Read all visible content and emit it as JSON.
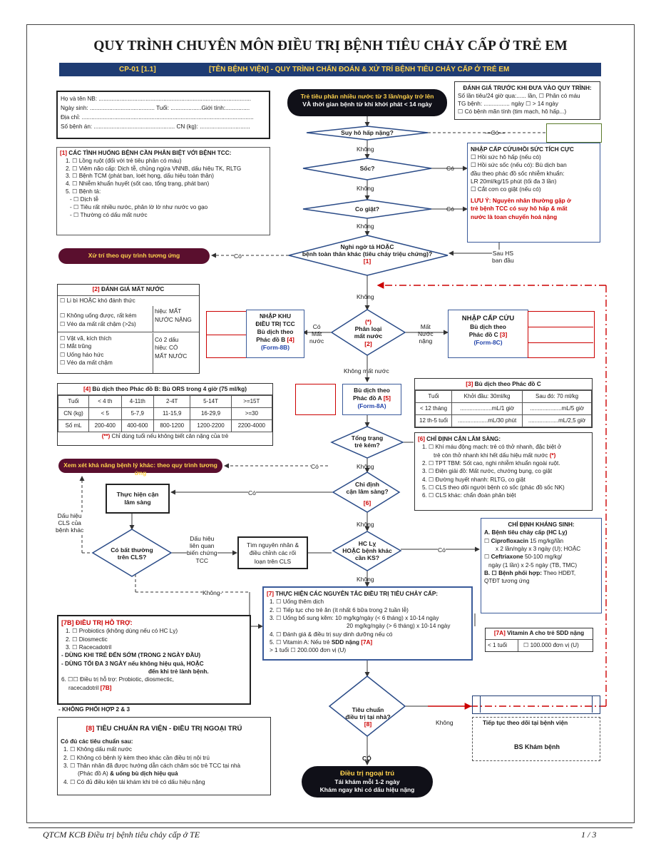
{
  "title": "QUY TRÌNH CHUYÊN MÔN ĐIỀU TRỊ BỆNH TIÊU CHẢY CẤP Ở TRẺ EM",
  "banner": {
    "code": "CP-01 [1.1]",
    "text": "[TÊN BỆNH VIỆN] - QUY TRÌNH CHẨN ĐOÁN & XỬ TRÍ BỆNH TIÊU CHẢY CẤP Ở TRẺ EM"
  },
  "patient": {
    "l1": "Họ và tên NB: ..............................................................................................",
    "l2": "Ngày sinh: ........................................ Tuổi: ...................Giới tính:...............",
    "l3": "Địa chỉ: ..........................................................................................................",
    "l4": "Số bệnh án: .................................................. CN (kg): ..............................."
  },
  "start": {
    "l1": "Trẻ tiêu phân nhiều nước từ 3 lần/ngày trở lên",
    "l2": "VÀ thời gian bệnh từ khi khởi phát < 14 ngày"
  },
  "pre": {
    "title": "ĐÁNH GIÁ TRƯỚC KHI ĐƯA VÀO QUY TRÌNH:",
    "l1": "Số lần tiêu/24 giờ qua:...... lần, ☐ Phân có máu",
    "l2": "TG bệnh: ................ ngày        ☐ > 14 ngày",
    "l3": "☐ Có bệnh mãn tính (tim mạch, hô hấp...)"
  },
  "diff": {
    "title_num": "[1]",
    "title": " CÁC TÌNH HUỐNG BỆNH CẦN PHÂN BIỆT VỚI BỆNH TCC:",
    "i1": "1. ☐ Lồng ruột (đối với trẻ tiêu phân có máu)",
    "i2": "2. ☐ Viêm não cấp: Dịch tễ, chủng ngừa VNNB, dấu hiệu TK, RLTG",
    "i3": "3. ☐ Bệnh TCM (phát ban, loét họng, dấu hiệu toàn thân)",
    "i4": "4. ☐ Nhiễm khuẩn huyết (sốt cao, tổng trạng, phát ban)",
    "i5": "5. ☐ Bệnh tả:",
    "i6": "- ☐ Dịch tễ",
    "i7": "- ☐ Tiêu rất nhiều nước, phân lờ lờ như nước vo gạo",
    "i8": "- ☐ Thường có dấu mất nước"
  },
  "d1": "Suy hô hấp nặng?",
  "d2": "Sốc?",
  "d3": "Co giật?",
  "d4": {
    "l1": "Nghi ngờ tả HOẶC",
    "l2": "bệnh toàn thân khác (tiêu chảy triệu chứng)?",
    "num": "[1]"
  },
  "emer": {
    "title": "NHẬP CẤP CỨU/HỒI SỨC TÍCH CỰC",
    "i1": "☐ Hồi sức hô hấp (nếu có)",
    "i2": "☐ Hồi sức sốc (nếu có): Bù dịch ban",
    "i3": "đầu theo phác đồ sốc nhiễm khuẩn:",
    "i4": "LR 20ml/kg/15 phút (tối đa 3 lần)",
    "i5": "☐ Cắt cơn co giật (nếu có)",
    "n1": "LƯU Ý: Nguyên nhân thường gặp ở",
    "n2": "trẻ bệnh TCC có suy hô hấp & mất",
    "n3": "nước là toan chuyển hoá nặng"
  },
  "pill_other": "Xử trí theo quy trình tương ứng",
  "pill_other2": "Xem xét khả năng bệnh lý khác: theo quy trình tương ứng",
  "dehyd": {
    "title_num": "[2]",
    "title": " ĐÁNH GIÁ MẤT NƯỚC",
    "a1": "☐ Li bì HOẶC khó đánh thức",
    "a2": "☐ Không uống được, rất kém",
    "a3": "☐ Véo da mất rất chậm (>2s)",
    "ar1": "hiệu: MẤT",
    "ar2": "NƯỚC NẶNG",
    "b1": "☐ Vật vã, kích thích",
    "b2": "☐ Mắt trũng",
    "b3": "☐ Uống háo hức",
    "b4": "☐ Véo da mất chậm",
    "br1": "Có 2 dấu",
    "br2": "hiệu: CÓ",
    "br3": "MẤT NƯỚC"
  },
  "wardB": {
    "l1": "NHẬP KHU",
    "l2": "ĐIỀU TRỊ TCC",
    "l3": "Bù dịch theo",
    "l4": "Phác đồ B ",
    "num": "[4]",
    "form": "(Form-8B)"
  },
  "wardC": {
    "l1": "NHẬP CẤP CỨU",
    "l2": "Bù dịch theo",
    "l3": "Phác đồ C ",
    "num": "[3]",
    "form": "(Form-8C)"
  },
  "classify": {
    "star": "(*)",
    "l1": "Phân loại",
    "l2": "mất nước",
    "num": "[2]"
  },
  "labels": {
    "khong": "Không",
    "co": "Có",
    "co_mat_nuoc": "Có\nMất\nnước",
    "mat_nuoc_nang": "Mất\nNước\nnặng",
    "khong_mat_nuoc": "Không mất nước",
    "sau_hs": "Sau HS\nban đầu",
    "dau_hieu_cls": "Dấu hiệu\nCLS của\nbệnh khác",
    "dau_hieu_lq": "Dấu hiệu\nliên quan\nbiến chứng\nTCC",
    "khong_dash": "Không-",
    "co_dash": "—Có—",
    "co_up": "CÓ"
  },
  "tblB": {
    "title_num": "[4]",
    "title": " Bù dịch theo Phác đồ B: Bù ORS trong 4 giờ (75 ml/kg)",
    "rows": [
      [
        "Tuổi",
        "< 4 th",
        "4-11th",
        "2-4T",
        "5-14T",
        ">=15T"
      ],
      [
        "CN (kg)",
        "< 5",
        "5-7,9",
        "11-15,9",
        "16-29,9",
        ">=30"
      ],
      [
        "Số mL",
        "200-400",
        "400-600",
        "800-1200",
        "1200-2200",
        "2200-4000"
      ]
    ],
    "note_star": "(**)",
    "note": " Chỉ dùng tuổi nếu không biết cân nặng của trẻ"
  },
  "planA": {
    "l1": "Bù dịch theo",
    "l2": "Phác đồ A ",
    "num": "[5]",
    "form": "(Form-8A)"
  },
  "tblC": {
    "title_num": "[3]",
    "title": " Bù dịch theo Phác đồ C",
    "rows": [
      [
        "Tuổi",
        "Khởi đầu: 30ml/kg",
        "Sau đó: 70 ml/kg"
      ],
      [
        "< 12 tháng",
        "....................mL/1 giờ",
        "....................mL/5 giờ"
      ],
      [
        "12 th-5 tuổi",
        "...................mL/30 phút",
        "...................mL/2,5 giờ"
      ]
    ]
  },
  "d5": {
    "l1": "Tổng trạng",
    "l2": "trẻ kém?"
  },
  "d6": {
    "l1": "Chỉ định",
    "l2": "cận lâm sàng?",
    "num": "[6]"
  },
  "d7": {
    "l1": "HC Lỵ",
    "l2": "HOẶC bệnh khác",
    "l3": "cần KS?"
  },
  "d8": {
    "l1": "Có bất thường",
    "l2": "trên CLS?"
  },
  "d9": {
    "l1": "Tiêu chuẩn",
    "l2": "điều trị tại nhà?",
    "num": "[8]"
  },
  "lab": {
    "title_num": "[6]",
    "title": " CHỈ ĐỊNH CẬN LÂM SÀNG:",
    "i1": "1. ☐ Khí máu động mạch: trẻ có thở nhanh, đặc biệt ở",
    "i1b": "trẻ còn thở nhanh khi hết dấu hiệu mất nước ",
    "i1s": "(*)",
    "i2": "2. ☐ TPT TBM: Sốt cao, nghi nhiễm khuẩn ngoài ruột.",
    "i3": "3. ☐ Điện giải đồ: Mất nước, chướng bụng, co giật",
    "i4": "4. ☐ Đường huyết nhanh: RLTG, co giật",
    "i5": "5. ☐ CLS theo dõi người bệnh có sốc (phác đồ sốc NK)",
    "i6": "6. ☐ CLS khác: chẩn đoán phân biệt"
  },
  "doLab": {
    "l1": "Thực hiện cận",
    "l2": "lâm sàng"
  },
  "cause": {
    "l1": "Tìm nguyên nhân &",
    "l2": "điều chỉnh các rối",
    "l3": "loạn trên CLS"
  },
  "abx": {
    "title": "CHỈ ĐỊNH KHÁNG SINH:",
    "a": "A. Bệnh tiêu chảy cấp (HC Lỵ)",
    "b1": "Ciprofloxacin",
    "b1t": " 15 mg/kg/lần",
    "b2": "x 2 lần/ngày x 3 ngày (U); HOẶC",
    "c1": "Ceftriaxone",
    "c1t": " 50-100 mg/kg/",
    "c2": "ngày (1 lần) x 2-5 ngày (TB, TMC)",
    "d1": "B. ☐  Bệnh phối hợp:",
    "d1t": " Theo HDĐT,",
    "d2": "QTĐT tương ứng"
  },
  "princ": {
    "title_num": "[7]",
    "title": " THỰC HIỆN CÁC NGUYÊN TẮC ĐIỀU TRỊ TIÊU CHẢY CẤP:",
    "i1": "1. ☐ Uống thêm dịch",
    "i2": "2. ☐ Tiếp tục cho trẻ ăn (ít nhất 6 bữa trong 2 tuần lễ)",
    "i3": "3. ☐ Uống bổ sung kẽm: 10 mg/kg/ngày (< 6 tháng) x 10-14 ngày",
    "i3b": "20 mg/kg/ngày (> 6 tháng) x 10-14 ngày",
    "i4": "4. ☐ Đánh giá & điều trị suy dinh dưỡng nếu có",
    "i5": "5. ☐ Vitamin A: Nếu trẻ ",
    "i5b": "SDD nặng",
    "i5n": " [7A]",
    "i6": "> 1 tuổi     ☐  200.000 đơn vị (U)"
  },
  "vitA": {
    "title_num": "[7A]",
    "title": " Vitamin A cho trẻ SDD nặng",
    "c1": "< 1 tuổi",
    "c2": "☐  100.000 đơn vị (U)"
  },
  "support": {
    "title": "[7B] ĐIỀU TRỊ HỖ TRỢ:",
    "i1": "1. ☐     Probiotics (không dùng nếu có HC Lỵ)",
    "i2": "2. ☐     Diosmectic",
    "i3": "3. ☐     Racecadotril",
    "i4": "- DÙNG KHI TRẺ ĐẾN SỚM (TRONG 2 NGÀY ĐẦU)",
    "i5": "- DÙNG TỐI ĐA 3 NGÀY nếu không hiệu quả, HOẶC",
    "i6": "đến khi trẻ lành bệnh.",
    "i7": "6. ☐☐ Điều trị hỗ trợ: Probiotic, diosmectic,",
    "i8": "racecadotril ",
    "i8n": "[7B]",
    "i9": "- KHÔNG PHỐI HỢP 2 & 3"
  },
  "discharge": {
    "title_num": "[8]",
    "title": " TIÊU CHUẨN RA VIỆN - ĐIỀU TRỊ NGOẠI TRÚ",
    "sub": "Có đủ các tiêu chuẩn sau:",
    "i1": "1. ☐ Không dấu mất nước",
    "i2": "2. ☐ Không có bệnh lý kèm theo khác cần điều trị nội trú",
    "i3": "3. ☐ Thân nhân đã được hướng dẫn cách chăm sóc trẻ TCC tại nhà",
    "i3b": "(Phác đồ A) ",
    "i3c": "& uống bù dịch hiệu quả",
    "i4": "4. ☐ Có đủ điều kiện tái khám khi trẻ có dấu hiệu nặng"
  },
  "follow": {
    "l1": "Tiếp tục theo dõi tại bệnh viện",
    "l2": "BS Khám bệnh"
  },
  "outpt": {
    "l1": "Điều trị ngoại trú",
    "l2": "Tái khám mỗi 1-2 ngày",
    "l3": "Khám ngay khi có dấu hiệu nặng"
  },
  "footer": {
    "left": "QTCM KCB Điều trị bệnh tiêu chảy cấp ở TE",
    "right": "1 / 3"
  },
  "colors": {
    "navy": "#1f3c73",
    "red": "#cc0000",
    "maroon": "#5a0f2e",
    "dark": "#101018"
  }
}
